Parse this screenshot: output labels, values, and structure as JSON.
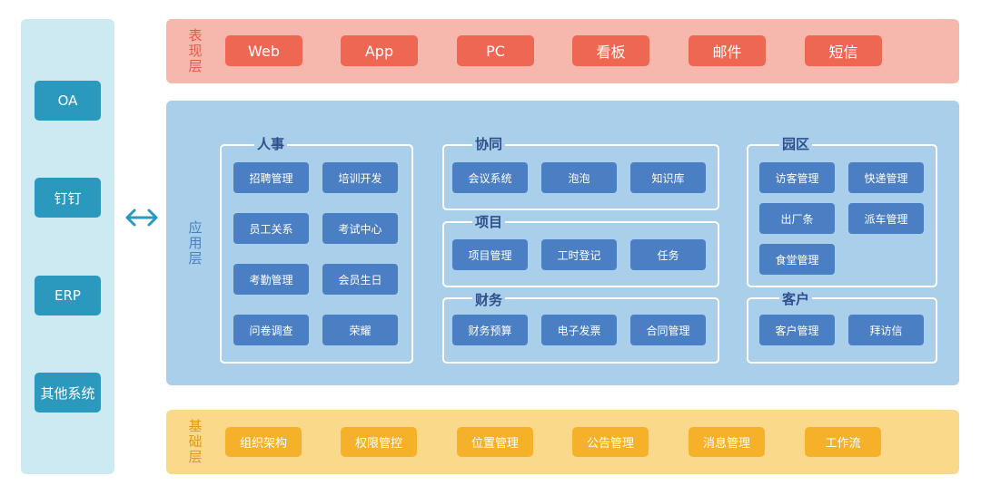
{
  "systems": [
    "OA",
    "钉钉",
    "ERP",
    "其他系统"
  ],
  "presentation_layer": {
    "label_chars": [
      "表",
      "现",
      "层"
    ],
    "items": [
      "Web",
      "App",
      "PC",
      "看板",
      "邮件",
      "短信"
    ]
  },
  "application_layer": {
    "label_chars": [
      "应",
      "用",
      "层"
    ],
    "groups": {
      "hr": {
        "title": "人事",
        "items": [
          "招聘管理",
          "培训开发",
          "员工关系",
          "考试中心",
          "考勤管理",
          "会员生日",
          "问卷调查",
          "荣耀"
        ]
      },
      "collab": {
        "title": "协同",
        "items": [
          "会议系统",
          "泡泡",
          "知识库"
        ]
      },
      "project": {
        "title": "项目",
        "items": [
          "项目管理",
          "工时登记",
          "任务"
        ]
      },
      "finance": {
        "title": "财务",
        "items": [
          "财务预算",
          "电子发票",
          "合同管理"
        ]
      },
      "park": {
        "title": "园区",
        "items": [
          "访客管理",
          "快递管理",
          "出厂条",
          "派车管理",
          "食堂管理"
        ]
      },
      "customer": {
        "title": "客户",
        "items": [
          "客户管理",
          "拜访信"
        ]
      }
    }
  },
  "base_layer": {
    "label_chars": [
      "基",
      "础",
      "层"
    ],
    "items": [
      "组织架构",
      "权限管控",
      "位置管理",
      "公告管理",
      "消息管理",
      "工作流"
    ]
  },
  "colors": {
    "presentation": "#ee6752",
    "application": "#4b7fc4",
    "base": "#f6b12a",
    "systems": "#2b98bd"
  },
  "icons": {
    "connector": "double-arrow-icon"
  }
}
